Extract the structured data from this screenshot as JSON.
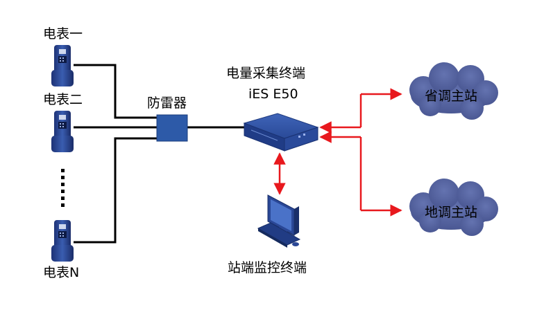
{
  "meters": {
    "meter1_label": "电表一",
    "meter2_label": "电表二",
    "meterN_label": "电表N"
  },
  "surge_protector_label": "防雷器",
  "collector": {
    "title": "电量采集终端",
    "model": "iES E50"
  },
  "monitor_label": "站端监控终端",
  "stations": {
    "provincial": "省调主站",
    "local": "地调主站"
  },
  "colors": {
    "meter_blue": "#2e4a9a",
    "device_blue": "#2b4ea0",
    "cloud_fill": "#54629e",
    "red_link": "#e8181d",
    "black_link": "#000000"
  }
}
